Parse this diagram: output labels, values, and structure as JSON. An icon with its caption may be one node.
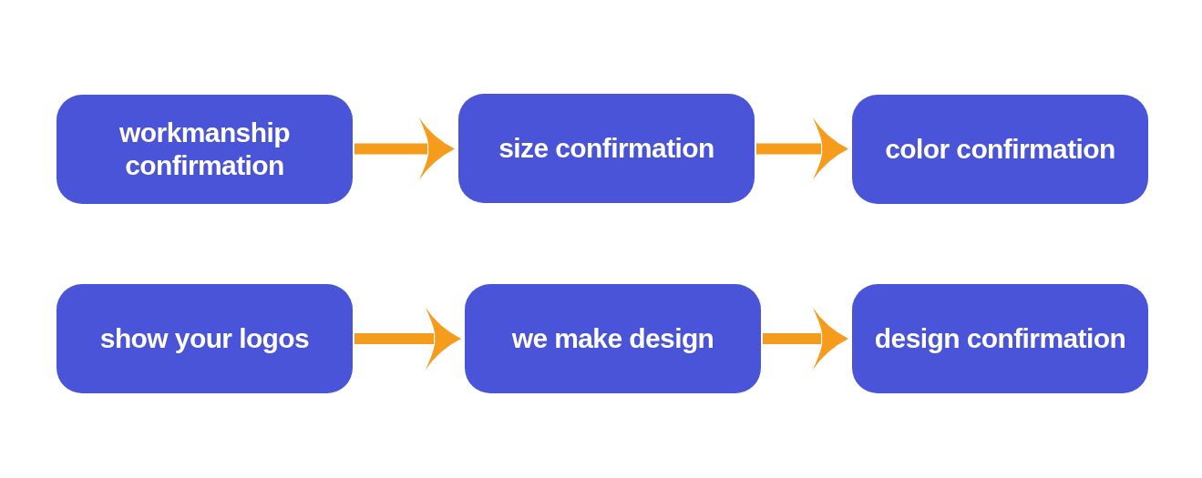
{
  "diagram": {
    "nodes": [
      {
        "text": [
          "workmanship confirmation"
        ]
      },
      {
        "text": [
          "size confirmation"
        ]
      },
      {
        "text": [
          "color confirmation"
        ]
      },
      {
        "text": [
          "show your logos"
        ]
      },
      {
        "text": [
          "we make design"
        ]
      },
      {
        "text": [
          "design confirmation"
        ]
      }
    ],
    "edges": [
      {
        "from": 0,
        "to": 1,
        "arrow": "to"
      },
      {
        "from": 1,
        "to": 2,
        "arrow": "to"
      },
      {
        "from": 3,
        "to": 4,
        "arrow": "to"
      },
      {
        "from": 4,
        "to": 5,
        "arrow": "to"
      }
    ]
  }
}
